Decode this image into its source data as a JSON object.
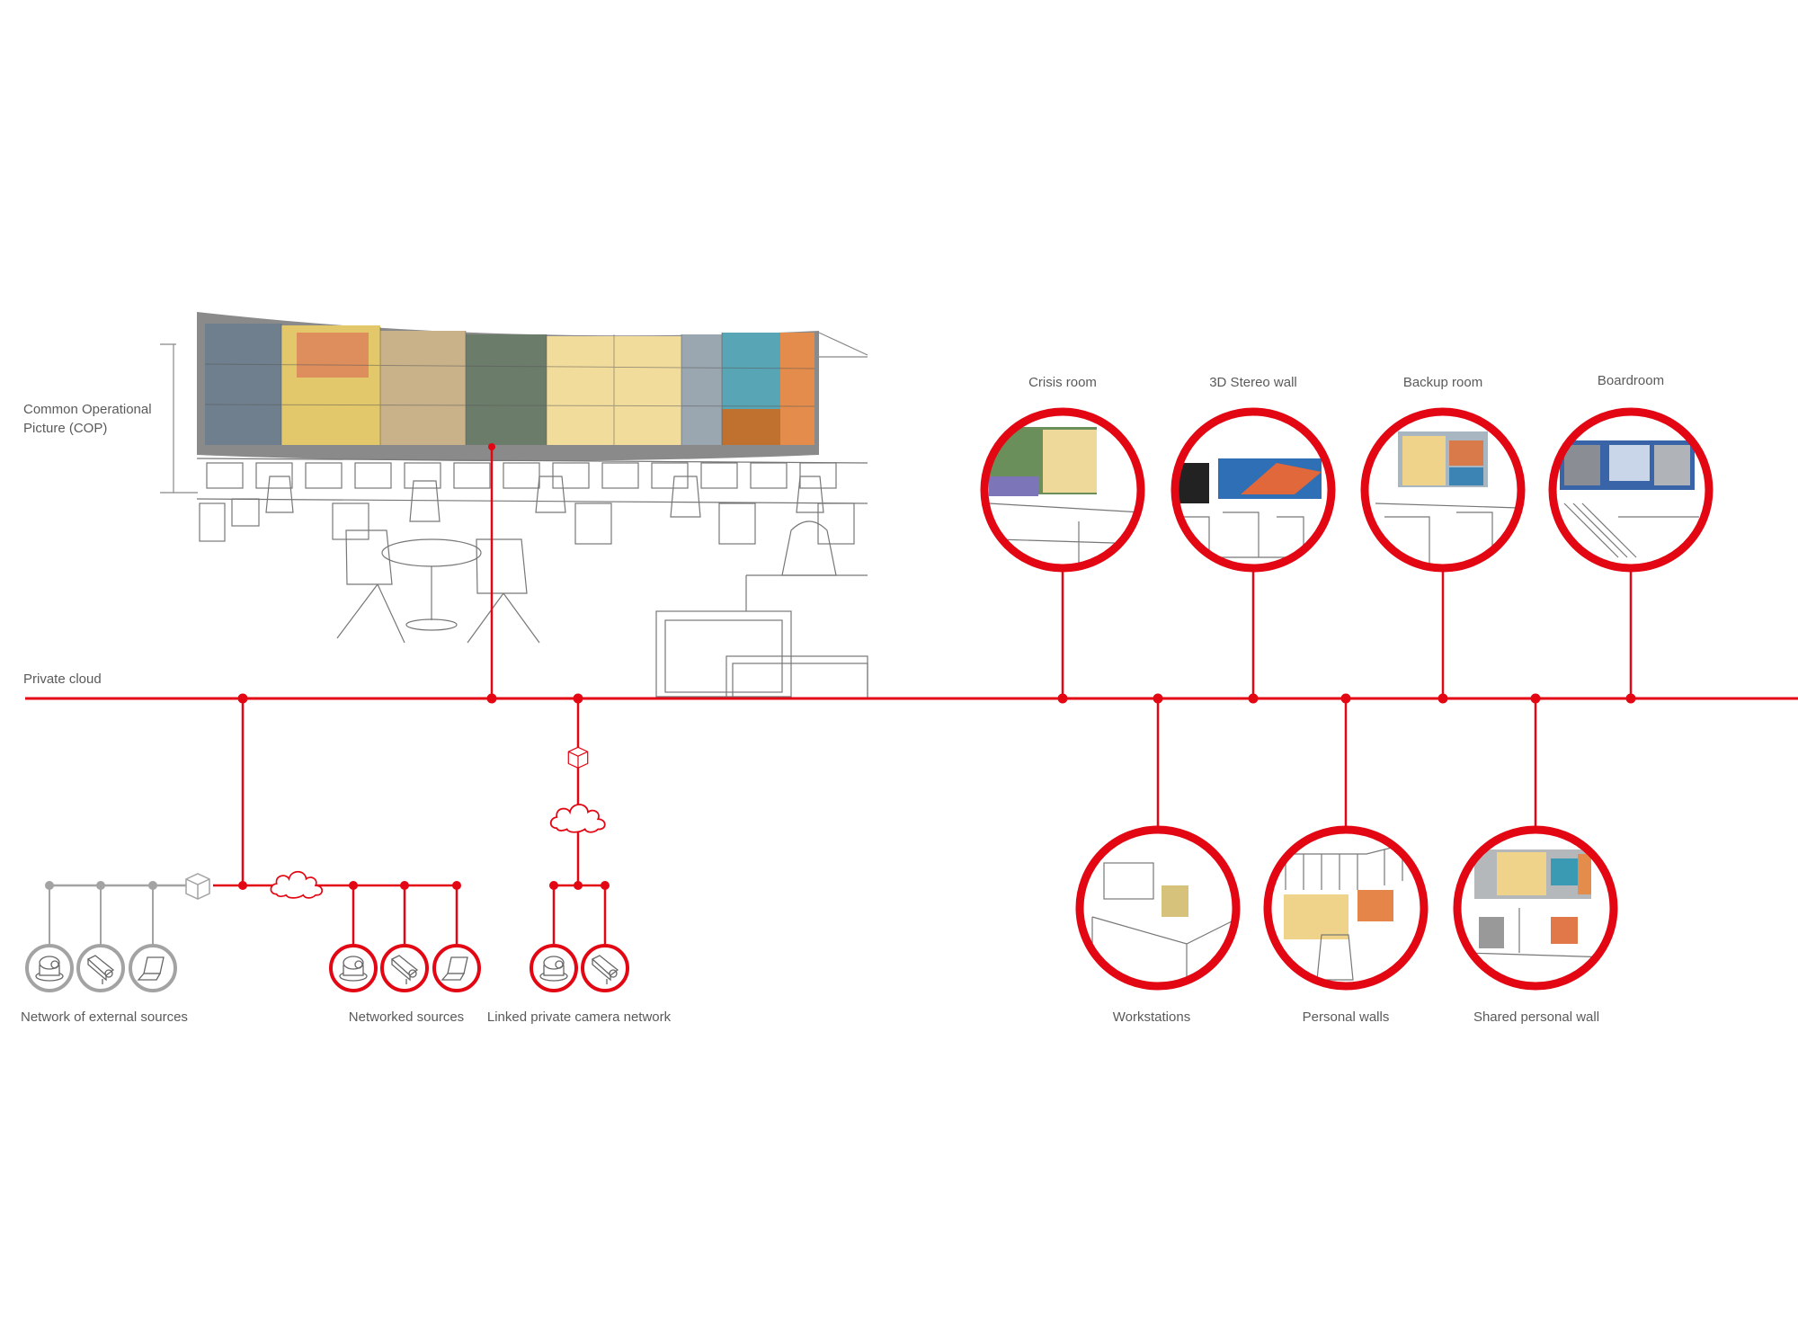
{
  "colors": {
    "accent": "#e30613",
    "external": "#a3a3a3",
    "text": "#5a5a5a"
  },
  "labels": {
    "cop_line1": "Common Operational",
    "cop_line2": "Picture (COP)",
    "private_cloud": "Private cloud",
    "external_sources": "Network of external sources",
    "networked_sources": "Networked sources",
    "private_camera_network": "Linked private camera network"
  },
  "top_rooms": [
    {
      "label": "Crisis room"
    },
    {
      "label": "3D Stereo wall"
    },
    {
      "label": "Backup room"
    },
    {
      "label": "Boardroom"
    }
  ],
  "bottom_rooms": [
    {
      "label": "Workstations"
    },
    {
      "label": "Personal walls"
    },
    {
      "label": "Shared personal wall"
    }
  ],
  "source_icons": {
    "external": [
      "dome-camera-icon",
      "box-camera-icon",
      "laptop-icon"
    ],
    "networked": [
      "dome-camera-icon",
      "box-camera-icon",
      "laptop-icon"
    ],
    "private_camera": [
      "dome-camera-icon",
      "box-camera-icon"
    ]
  }
}
